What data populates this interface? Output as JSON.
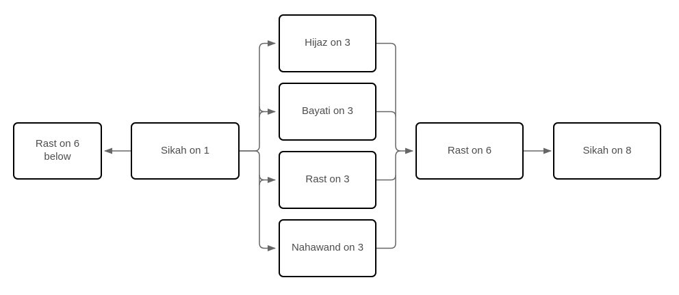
{
  "diagram": {
    "background_color": "#ffffff",
    "node_fill_color": "#ffffff",
    "node_border_color": "#000000",
    "edge_color": "#666666",
    "text_color": "#4d4d4d",
    "nodes": [
      {
        "id": "rast-on-6-below",
        "label": "Rast on 6 below"
      },
      {
        "id": "sikah-on-1",
        "label": "Sikah on 1"
      },
      {
        "id": "hijaz-on-3",
        "label": "Hijaz on 3"
      },
      {
        "id": "bayati-on-3",
        "label": "Bayati on 3"
      },
      {
        "id": "rast-on-3",
        "label": "Rast on 3"
      },
      {
        "id": "nahawand-on-3",
        "label": "Nahawand on 3"
      },
      {
        "id": "rast-on-6",
        "label": "Rast on 6"
      },
      {
        "id": "sikah-on-8",
        "label": "Sikah on 8"
      }
    ],
    "edges": [
      {
        "from": "sikah-on-1",
        "to": "rast-on-6-below"
      },
      {
        "from": "sikah-on-1",
        "to": "hijaz-on-3"
      },
      {
        "from": "sikah-on-1",
        "to": "bayati-on-3"
      },
      {
        "from": "sikah-on-1",
        "to": "rast-on-3"
      },
      {
        "from": "sikah-on-1",
        "to": "nahawand-on-3"
      },
      {
        "from": "hijaz-on-3",
        "to": "rast-on-6"
      },
      {
        "from": "bayati-on-3",
        "to": "rast-on-6"
      },
      {
        "from": "rast-on-3",
        "to": "rast-on-6"
      },
      {
        "from": "nahawand-on-3",
        "to": "rast-on-6"
      },
      {
        "from": "rast-on-6",
        "to": "sikah-on-8"
      }
    ]
  }
}
